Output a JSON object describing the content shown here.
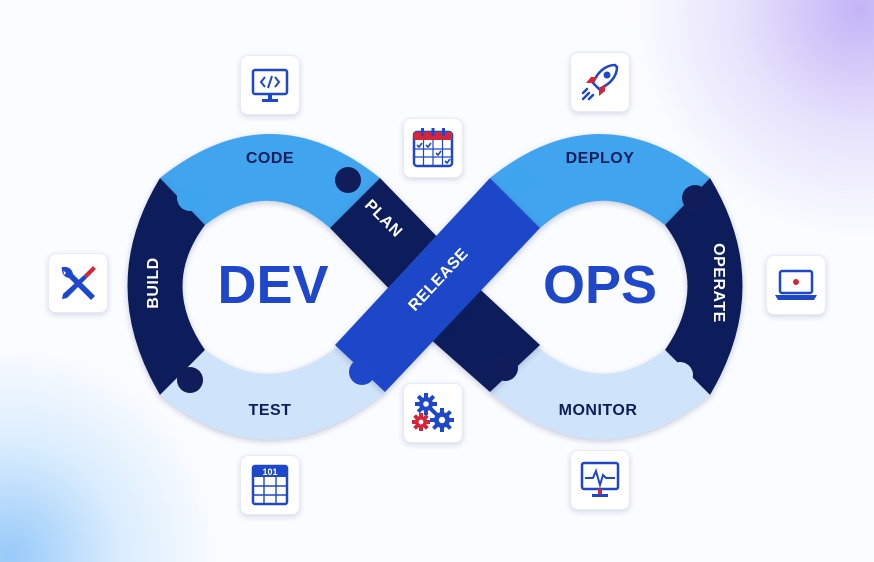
{
  "center_left": "DEV",
  "center_right": "OPS",
  "stages": {
    "code": "CODE",
    "plan": "PLAN",
    "build": "BUILD",
    "test": "TEST",
    "release": "RELEASE",
    "deploy": "DEPLOY",
    "operate": "OPERATE",
    "monitor": "MONITOR"
  },
  "test_tile_text": "101",
  "icons": {
    "code": "code-monitor-icon",
    "plan": "calendar-icon",
    "build": "tools-icon",
    "test": "binary-table-icon",
    "release": "gears-icon",
    "deploy": "rocket-icon",
    "operate": "laptop-icon",
    "monitor": "heartbeat-monitor-icon"
  },
  "colors": {
    "light_blue": "#3fa4ee",
    "pale_blue": "#cfe3fb",
    "navy": "#101d5a",
    "royal_blue": "#1f47c9",
    "accent_red": "#d3263a"
  }
}
